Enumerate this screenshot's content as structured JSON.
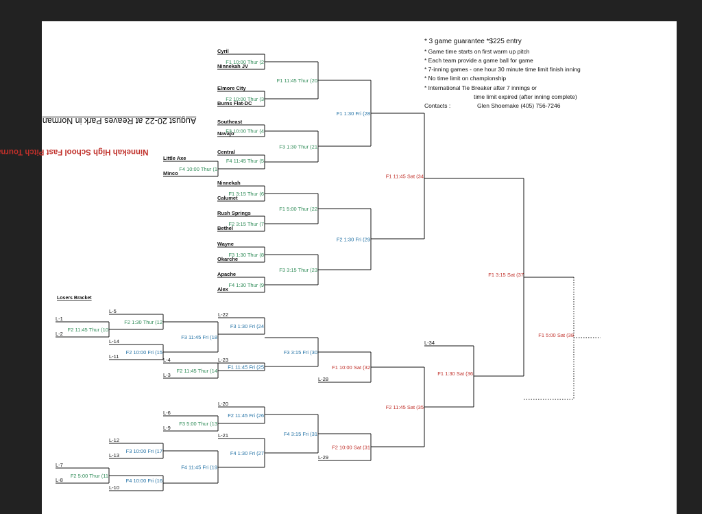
{
  "header": {
    "title": "Ninnekah High School Fast Pitch Tournament",
    "subtitle": "August 20-22 at Reaves Park in Norman"
  },
  "info": {
    "line1": "* 3 game guarantee     *$225 entry",
    "line2": "* Game time starts on first warm up pitch",
    "line3": "* Each team provide a game ball for game",
    "line4": "* 7-inning games - one hour 30 minute time limit finish inning",
    "line5": "* No time limit on championship",
    "line6": "* International Tie Breaker after 7 innings or",
    "line7": "time limit expired (after inning complete)",
    "contacts_label": "Contacts :",
    "contacts_value": "Glen Shoemake (405) 756-7246"
  },
  "winners": {
    "teams": {
      "cyril": "Cyril",
      "ninnekah_jv": "Ninnekah JV",
      "elmore_city": "Elmore City",
      "burns_flat": "Burns Flat-DC",
      "southeast": "Southeast",
      "navajo": "Navajo",
      "central": "Central",
      "little_axe": "Little Axe",
      "minco": "Minco",
      "ninnekah": "Ninnekah",
      "calumet": "Calumet",
      "rush_springs": "Rush Springs",
      "bethel": "Bethel",
      "wayne": "Wayne",
      "okarche": "Okarche",
      "apache": "Apache",
      "alex": "Alex"
    },
    "games": {
      "g1": "F4 10:00 Thur (1",
      "g2": "F1 10:00 Thur (2",
      "g3": "F2 10:00 Thur (3",
      "g4": "F3 10:00 Thur (4",
      "g5": "F4 11:45 Thur (5",
      "g6": "F1 3:15 Thur (6",
      "g7": "F2 3:15 Thur (7",
      "g8": "F3 1:30 Thur (8",
      "g9": "F4 1:30 Thur (9",
      "g20": "F1 11:45 Thur (20",
      "g21": "F3 1:30 Thur (21",
      "g22": "F1 5:00 Thur (22",
      "g23": "F3 3:15 Thur (23",
      "g28": "F1 1:30 Fri (28",
      "g29": "F2 1:30 Fri (29",
      "g34": "F1 11:45 Sat (34",
      "g37": "F1 3:15 Sat (37",
      "g38": "F1 5:00 Sat (38"
    }
  },
  "losers": {
    "heading": "Losers Bracket",
    "slots": {
      "l1": "L-1",
      "l2": "L-2",
      "l3": "L-3",
      "l4": "L-4",
      "l5": "L-5",
      "l6": "L-6",
      "l7": "L-7",
      "l8": "L-8",
      "l9": "L-9",
      "l10": "L-10",
      "l11": "L-11",
      "l12": "L-12",
      "l13": "L-13",
      "l14": "L-14",
      "l20": "L-20",
      "l21": "L-21",
      "l22": "L-22",
      "l23": "L-23",
      "l28": "L-28",
      "l29": "L-29",
      "l34": "L-34"
    },
    "games": {
      "g10": "F2 11:45 Thur (10",
      "g11": "F2 5:00 Thur (11",
      "g12": "F2 1:30 Thur (12",
      "g13": "F3 5:00 Thur (13",
      "g14": "F2 11:45 Thur (14",
      "g15": "F2 10:00 Fri (15",
      "g16": "F4 10:00 Fri (16",
      "g17": "F3 10:00 Fri (17",
      "g18": "F3 11:45 Fri (18",
      "g19": "F4 11:45 Fri (19",
      "g24": "F3 1:30 Fri (24",
      "g25": "F1 11:45 Fri (25",
      "g26": "F2 11:45 Fri (26",
      "g27": "F4 1:30 Fri (27",
      "g30": "F3 3:15 Fri (30",
      "g31": "F4 3:15 Fri (31",
      "g32": "F1 10:00 Sat (32",
      "g33": "F2 10:00 Sat (31",
      "g35": "F2 11:45 Sat (35",
      "g36": "F1 1:30 Sat (36"
    }
  },
  "colors": {
    "page": "#ffffff",
    "frame": "#222222",
    "line": "#111111",
    "thursday_game": "#2e8b57",
    "friday_game": "#1f6fa3",
    "saturday_game": "#c0302a",
    "title": "#c0302a"
  }
}
